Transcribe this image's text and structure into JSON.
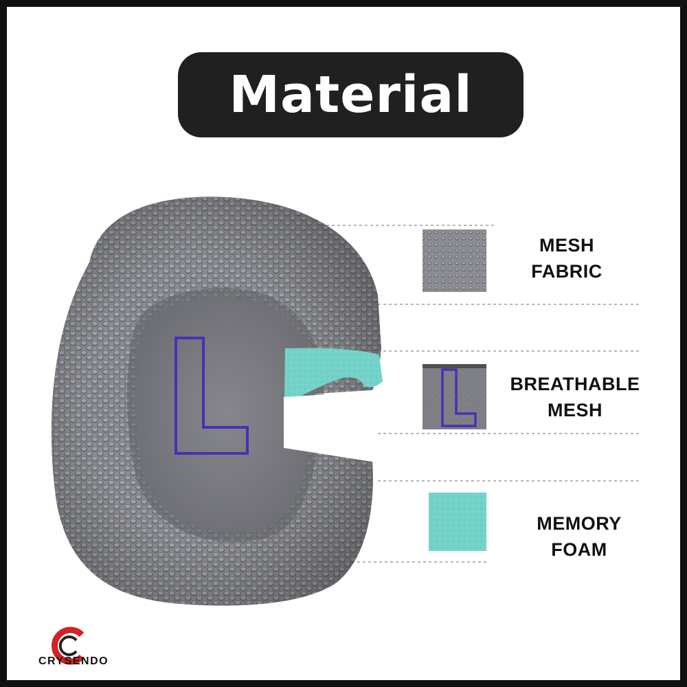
{
  "title": "Material",
  "materials": [
    {
      "line1": "MESH",
      "line2": "FABRIC",
      "swatch": "mesh-fabric-swatch"
    },
    {
      "line1": "BREATHABLE",
      "line2": "MESH",
      "swatch": "breathable-mesh-swatch"
    },
    {
      "line1": "MEMORY",
      "line2": "FOAM",
      "swatch": "memory-foam-swatch"
    }
  ],
  "inner_letter": "L",
  "swatch_letter": "L",
  "brand": {
    "name": "CRYSENDO",
    "logo": "crysendo-c-logo",
    "accent": "#d42027"
  },
  "colors": {
    "mesh": "#8d8e93",
    "foam": "#73d2c8",
    "letter_outline": "#4a2fb6",
    "title_bg": "#202020"
  }
}
